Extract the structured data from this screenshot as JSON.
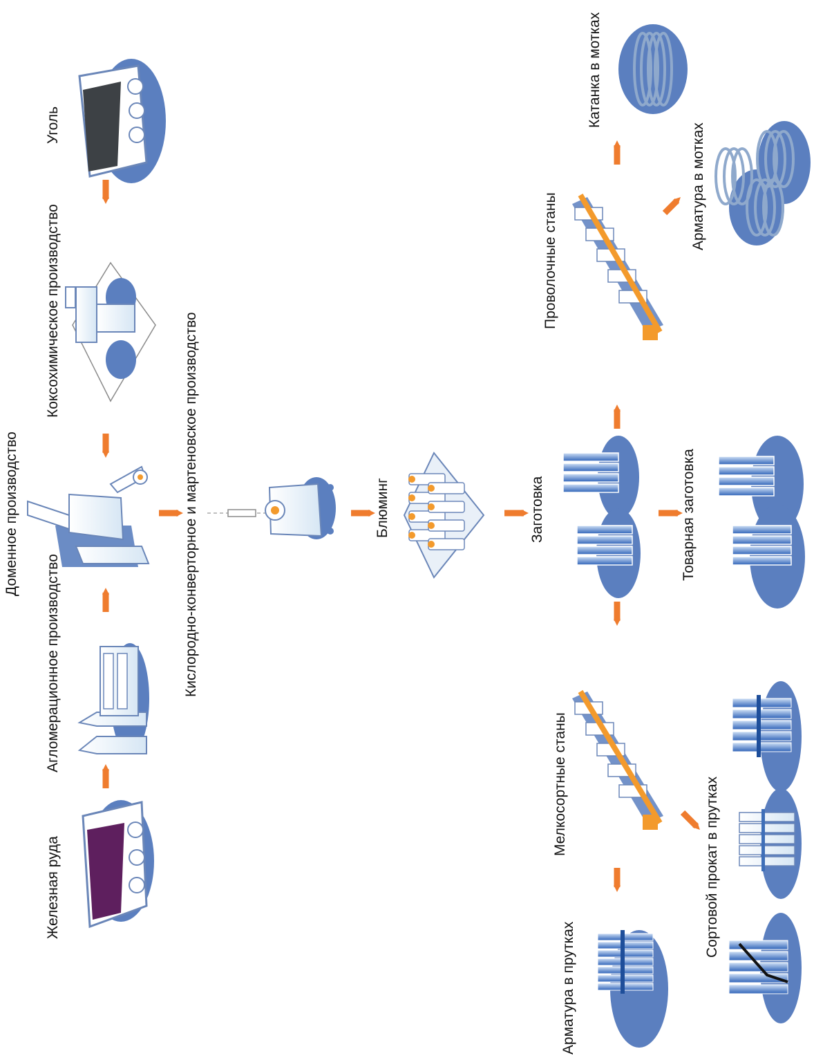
{
  "labels": {
    "iron_ore": "Железная руда",
    "agglomeration": "Агломерационное производство",
    "blast_furnace": "Доменное производство",
    "coke_chemical": "Коксохимическое производство",
    "coal": "Уголь",
    "steelmaking": "Кислородно-конверторное и мартеновское производство",
    "blooming": "Блюминг",
    "billet": "Заготовка",
    "commercial_billet": "Товарная заготовка",
    "small_section_mills": "Мелкосортные станы",
    "wire_mills": "Проволочные станы",
    "rebar_bars": "Арматура в прутках",
    "section_bars": "Сортовой прокат в прутках",
    "wire_rod_coils": "Катанка в мотках",
    "rebar_coils": "Арматура в мотках"
  },
  "colors": {
    "arrow": "#ef7c2e",
    "base_blue": "#5b7fbf",
    "product_blue": "#3f72c4",
    "ore": "#5e1f5e",
    "coal": "#3d4145",
    "molten": "#f39a2c"
  }
}
